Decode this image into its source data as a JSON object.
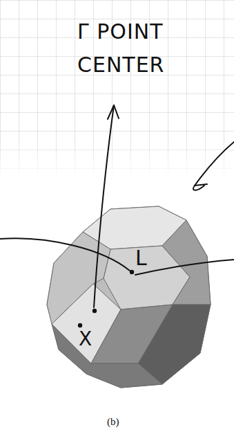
{
  "diagram": {
    "labels": [
      "Γ POINT CENTER",
      "L",
      "X",
      "(b)"
    ]
  }
}
